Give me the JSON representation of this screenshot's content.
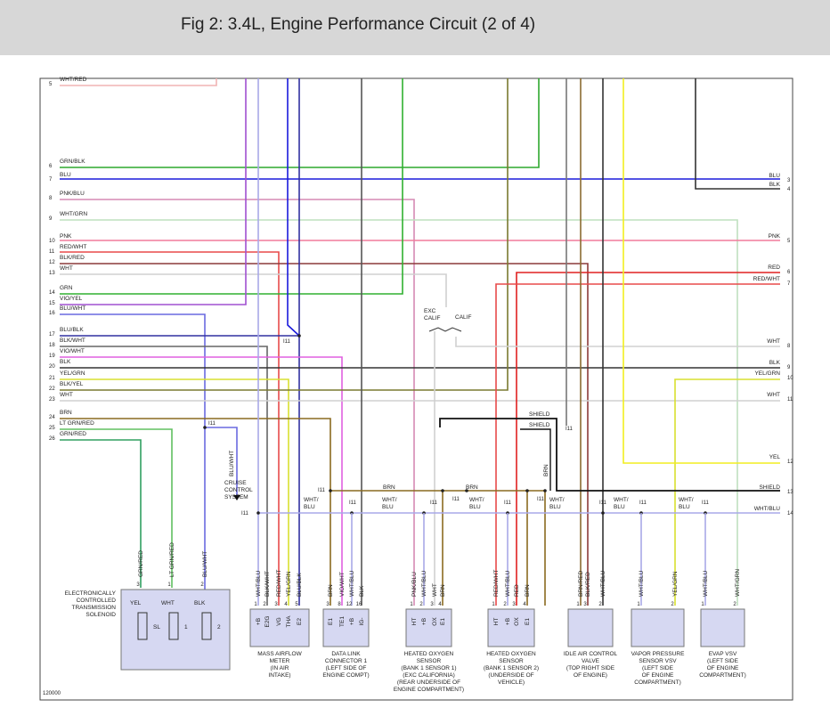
{
  "header": {
    "title": "Fig 2: 3.4L, Engine Performance Circuit (2 of 4)"
  },
  "colors": {
    "WHT/RED": "#f0b4b4",
    "GRN/BLK": "#2fa82f",
    "BLU": "#1a1adc",
    "PNK/BLU": "#d58ab4",
    "WHT/GRN": "#bfe0bf",
    "PNK": "#f07c9c",
    "RED/WHT": "#e84a4a",
    "BLK/RED": "#8c3a3a",
    "WHT": "#d0d0d0",
    "GRN": "#30b030",
    "VIO/YEL": "#a050d0",
    "BLU/WHT": "#6a6ae0",
    "BLU/BLK": "#3030a0",
    "BLK/WHT": "#666666",
    "VIO/WHT": "#e060e0",
    "YEL/GRN": "#d8e030",
    "BLK/YEL": "#7a7a30",
    "BRN": "#8a6a20",
    "LT GRN/RED": "#60c060",
    "GRN/RED": "#30a060",
    "RED": "#e02020",
    "BLK": "#333333",
    "YEL": "#f2ee20",
    "SHIELD": "#111111",
    "WHT/BLU": "#a8a8e8"
  },
  "left_wires": [
    {
      "num": "5",
      "label": "WHT/RED",
      "color": "WHT/RED"
    },
    {
      "num": "6",
      "label": "GRN/BLK",
      "color": "GRN/BLK"
    },
    {
      "num": "7",
      "label": "BLU",
      "color": "BLU"
    },
    {
      "num": "8",
      "label": "PNK/BLU",
      "color": "PNK/BLU"
    },
    {
      "num": "9",
      "label": "WHT/GRN",
      "color": "WHT/GRN"
    },
    {
      "num": "10",
      "label": "PNK",
      "color": "PNK"
    },
    {
      "num": "11",
      "label": "RED/WHT",
      "color": "RED/WHT"
    },
    {
      "num": "12",
      "label": "BLK/RED",
      "color": "BLK/RED"
    },
    {
      "num": "13",
      "label": "WHT",
      "color": "WHT"
    },
    {
      "num": "14",
      "label": "GRN",
      "color": "GRN"
    },
    {
      "num": "15",
      "label": "VIO/YEL",
      "color": "VIO/YEL"
    },
    {
      "num": "16",
      "label": "BLU/WHT",
      "color": "BLU/WHT"
    },
    {
      "num": "17",
      "label": "BLU/BLK",
      "color": "BLU/BLK"
    },
    {
      "num": "18",
      "label": "BLK/WHT",
      "color": "BLK/WHT"
    },
    {
      "num": "19",
      "label": "VIO/WHT",
      "color": "VIO/WHT"
    },
    {
      "num": "20",
      "label": "BLK",
      "color": "BLK"
    },
    {
      "num": "21",
      "label": "YEL/GRN",
      "color": "YEL/GRN"
    },
    {
      "num": "22",
      "label": "BLK/YEL",
      "color": "BLK/YEL"
    },
    {
      "num": "23",
      "label": "WHT",
      "color": "WHT"
    },
    {
      "num": "24",
      "label": "BRN",
      "color": "BRN"
    },
    {
      "num": "25",
      "label": "LT GRN/RED",
      "color": "LT GRN/RED"
    },
    {
      "num": "26",
      "label": "GRN/RED",
      "color": "GRN/RED"
    }
  ],
  "right_wires": [
    {
      "num": "3",
      "label": "BLU",
      "color": "BLU"
    },
    {
      "num": "4",
      "label": "BLK",
      "color": "BLK"
    },
    {
      "num": "5",
      "label": "PNK",
      "color": "PNK"
    },
    {
      "num": "6",
      "label": "RED",
      "color": "RED"
    },
    {
      "num": "7",
      "label": "RED/WHT",
      "color": "RED/WHT"
    },
    {
      "num": "8",
      "label": "WHT",
      "color": "WHT"
    },
    {
      "num": "9",
      "label": "BLK",
      "color": "BLK"
    },
    {
      "num": "10",
      "label": "YEL/GRN",
      "color": "YEL/GRN"
    },
    {
      "num": "11",
      "label": "WHT",
      "color": "WHT"
    },
    {
      "num": "12",
      "label": "YEL",
      "color": "YEL"
    },
    {
      "num": "13",
      "label": "SHIELD",
      "color": "SHIELD"
    },
    {
      "num": "14",
      "label": "WHT/BLU",
      "color": "WHT/BLU"
    }
  ],
  "splice_label": "I11",
  "bus_labels": {
    "wht_blu": "WHT/\nBLU",
    "brn": "BRN",
    "shield": "SHIELD",
    "exc_calif": "EXC\nCALIF",
    "calif": "CALIF",
    "blu_wht_vert": "BLU/WHT",
    "brn_vert": "BRN"
  },
  "cruise_control": "CRUISE\nCONTROL\nSYSTEM",
  "components": [
    {
      "id": "ects",
      "name": "ELECTRONICALLY\nCONTROLLED\nTRANSMISSION\nSOLENOID",
      "wires": [
        "GRN/RED",
        "LT GRN/RED",
        "BLU/WHT"
      ],
      "pins": [
        "3",
        "1",
        "2"
      ],
      "sub": [
        "YEL",
        "WHT",
        "BLK"
      ],
      "coils": [
        "SL",
        "1",
        "2"
      ]
    },
    {
      "id": "maf",
      "name": "MASS AIRFLOW\nMETER\n(IN AIR\nINTAKE)",
      "wires": [
        "WHT/BLU",
        "BLK/WHT",
        "RED/WHT",
        "YEL/GRN",
        "BLU/BLK"
      ],
      "pins": [
        "1",
        "2",
        "3",
        "4",
        "5"
      ],
      "terms": [
        "+B",
        "E2G",
        "VG",
        "THA",
        "E2"
      ]
    },
    {
      "id": "dlc",
      "name": "DATA LINK\nCONNECTOR 1\n(LEFT SIDE OF\nENGINE COMPT)",
      "wires": [
        "BRN",
        "VIO/WHT",
        "WHT/BLU",
        "BLK"
      ],
      "pins": [
        "3",
        "8",
        "12",
        "16"
      ],
      "terms": [
        "E1",
        "TE1",
        "+B",
        "IG-"
      ]
    },
    {
      "id": "ho2s1",
      "name": "HEATED OXYGEN\nSENSOR\n(BANK 1 SENSOR 1)\n(EXC CALIFORNIA)\n(REAR UNDERSIDE OF\nENGINE COMPARTMENT)",
      "wires": [
        "PNK/BLU",
        "WHT/BLU",
        "WHT",
        "BRN"
      ],
      "pins": [
        "1",
        "2",
        "3",
        "4"
      ],
      "terms": [
        "HT",
        "+B",
        "OX",
        "E1"
      ]
    },
    {
      "id": "ho2s2",
      "name": "HEATED OXYGEN\nSENSOR\n(BANK 1 SENSOR 2)\n(UNDERSIDE OF\nVEHICLE)",
      "wires": [
        "RED/WHT",
        "WHT/BLU",
        "RED",
        "BRN"
      ],
      "pins": [
        "1",
        "2",
        "3",
        "4"
      ],
      "terms": [
        "HT",
        "+B",
        "OX",
        "E1"
      ]
    },
    {
      "id": "iac",
      "name": "IDLE AIR CONTROL\nVALVE\n(TOP RIGHT SIDE\nOF ENGINE)",
      "wires": [
        "BRN/RED",
        "BLK/RED",
        "WHT/BLU"
      ],
      "pins": [
        "1",
        "3",
        "2"
      ]
    },
    {
      "id": "vpsv",
      "name": "VAPOR PRESSURE\nSENSOR VSV\n(LEFT SIDE\nOF ENGINE\nCOMPARTMENT)",
      "wires": [
        "WHT/BLU",
        "YEL/GRN"
      ],
      "pins": [
        "1",
        "2"
      ]
    },
    {
      "id": "evap",
      "name": "EVAP VSV\n(LEFT SIDE\nOF ENGINE\nCOMPARTMENT)",
      "wires": [
        "WHT/BLU",
        "WHT/GRN"
      ],
      "pins": [
        "1",
        "2"
      ]
    }
  ],
  "figure_id": "120000"
}
